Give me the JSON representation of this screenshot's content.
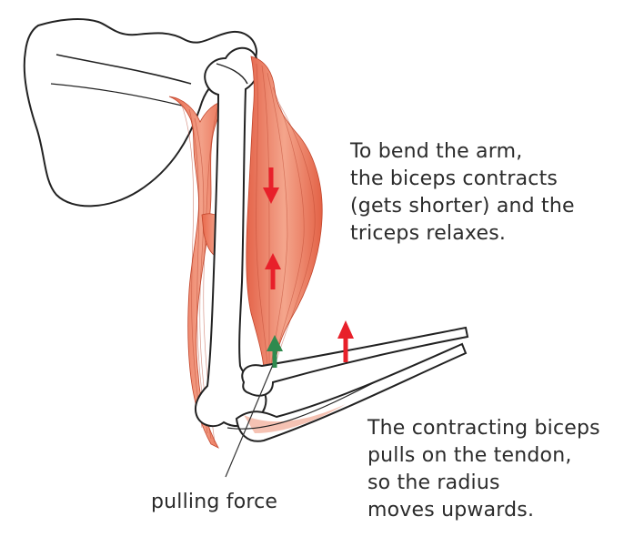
{
  "annotations": {
    "biceps_note": [
      "To bend the arm,",
      "the biceps contracts",
      "(gets shorter) and the",
      "triceps relaxes."
    ],
    "tendon_note": [
      "The contracting biceps",
      "pulls on the tendon,",
      "so the radius",
      "moves upwards."
    ],
    "force_label": "pulling force"
  },
  "colors": {
    "muscle": "#f08a6e",
    "muscle_dark": "#d4563a",
    "arrow_red": "#e8202a",
    "arrow_green": "#2f8a4e",
    "outline": "#222222",
    "text": "#2b2b2b"
  },
  "icons": {
    "contraction_arrows": "red-arrow-icon",
    "tendon_force_arrow": "green-arrow-icon"
  }
}
